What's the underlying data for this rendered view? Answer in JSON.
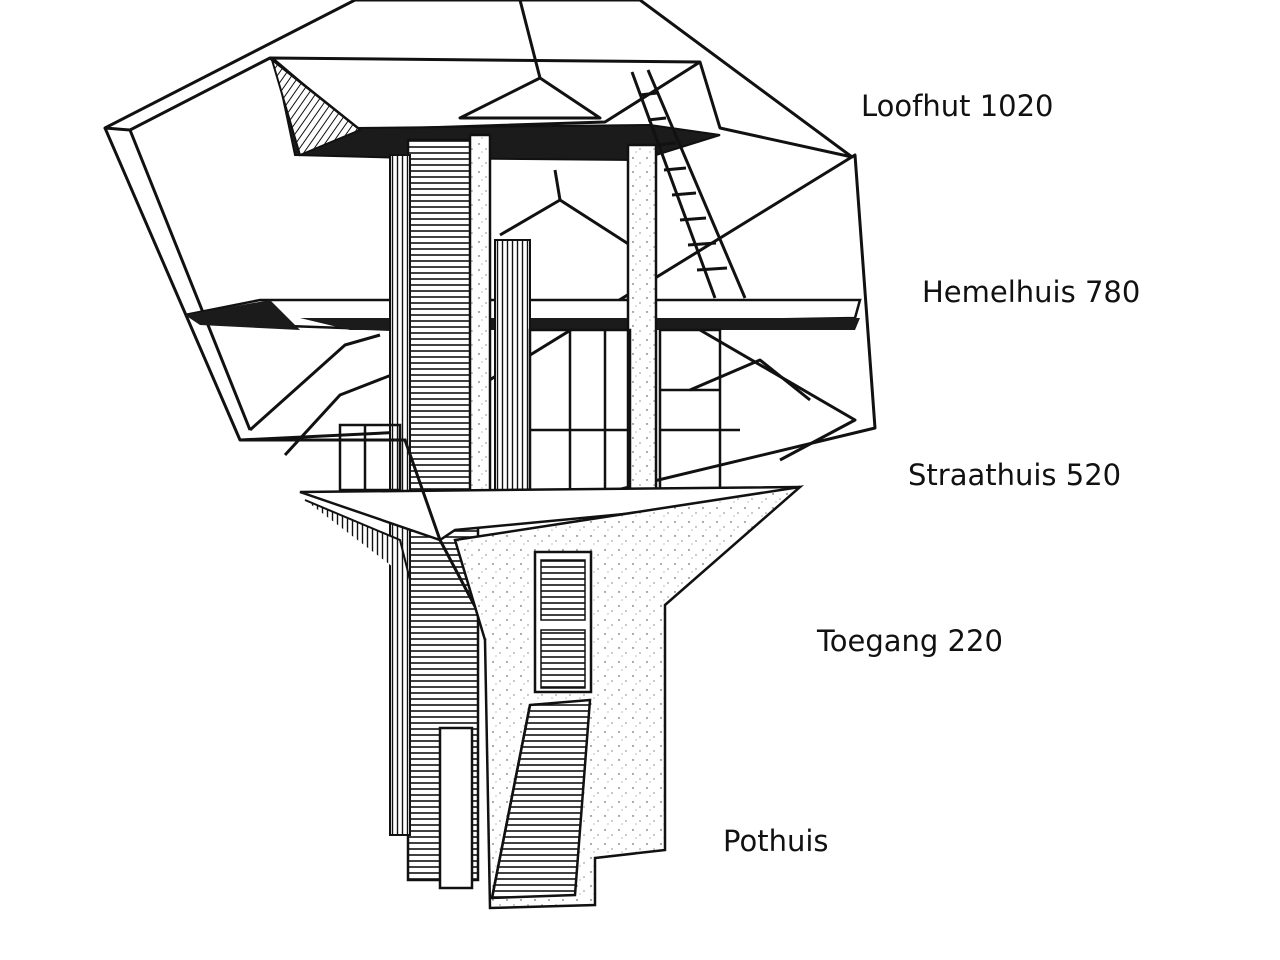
{
  "levels": [
    {
      "label": "Loofhut 1020"
    },
    {
      "label": "Hemelhuis 780"
    },
    {
      "label": "Straathuis 520"
    },
    {
      "label": "Toegang 220"
    },
    {
      "label": "Pothuis"
    }
  ],
  "colors": {
    "ink": "#111111",
    "paper": "#ffffff"
  }
}
